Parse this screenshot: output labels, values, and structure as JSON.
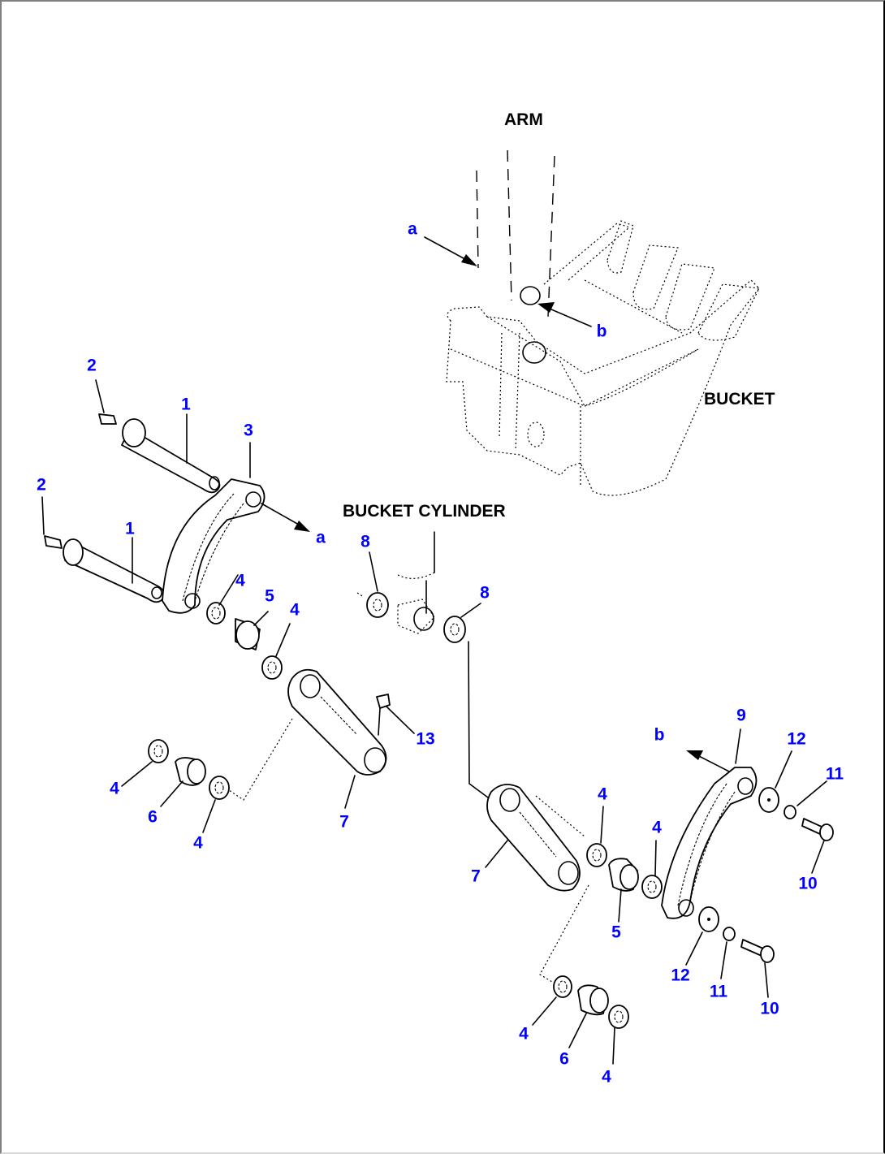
{
  "diagram": {
    "title_labels": {
      "arm": "ARM",
      "bucket": "BUCKET",
      "bucket_cylinder": "BUCKET CYLINDER"
    },
    "colors": {
      "callout": "#0000ff",
      "line": "#000000",
      "background": "#ffffff"
    },
    "view_arrows": {
      "a_top": "a",
      "b_top": "b",
      "a_link": "a",
      "b_link": "b"
    },
    "callouts": {
      "pin_upper": "1",
      "pin_lower": "1",
      "grease_fitting_upper": "2",
      "grease_fitting_lower": "2",
      "link_left": "3",
      "seal_a": "4",
      "bushing_a": "5",
      "seal_b": "4",
      "seal_c": "4",
      "bushing_b": "6",
      "seal_d": "4",
      "link_mid_left": "7",
      "grease_fitting_13": "13",
      "shim_left": "8",
      "shim_right": "8",
      "link_9": "9",
      "plate_upper": "12",
      "washer_upper": "11",
      "bolt_upper": "10",
      "link_mid_right": "7",
      "seal_e": "4",
      "bushing_c": "5",
      "seal_f": "4",
      "plate_lower": "12",
      "washer_lower": "11",
      "bolt_lower": "10",
      "seal_g": "4",
      "bushing_d": "6",
      "seal_h": "4"
    }
  }
}
